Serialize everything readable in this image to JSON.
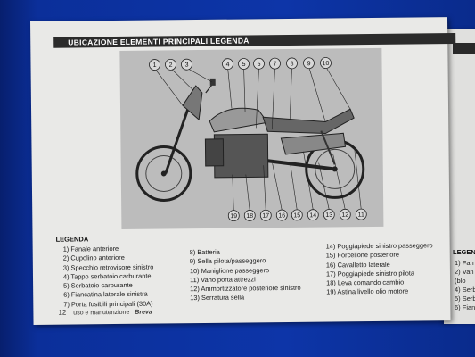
{
  "header": {
    "title": "UBICAZIONE ELEMENTI PRINCIPALI LEGENDA"
  },
  "diagram": {
    "top_callouts": [
      "1",
      "2",
      "3",
      "4",
      "5",
      "6",
      "7",
      "8",
      "9",
      "10"
    ],
    "bottom_callouts": [
      "19",
      "18",
      "17",
      "16",
      "15",
      "14",
      "13",
      "12",
      "11"
    ]
  },
  "legend": {
    "title": "LEGENDA",
    "col1": [
      "1) Fanale anteriore",
      "2) Cupolino anteriore",
      "3) Specchio retrovisore sinistro",
      "4) Tappo serbatoio carburante",
      "5) Serbatoio carburante",
      "6) Fiancatina laterale sinistra",
      "7) Porta fusibili principali (30A)"
    ],
    "col2": [
      "8) Batteria",
      "9) Sella pilota/passeggero",
      "10) Maniglione passeggero",
      "11) Vano porta attrezzi",
      "12) Ammortizzatore posteriore sinistro",
      "13) Serratura sella"
    ],
    "col3": [
      "14) Poggiapiede sinistro passeggero",
      "15) Forcellone posteriore",
      "16) Cavalletto laterale",
      "17) Poggiapiede sinistro pilota",
      "18) Leva comando cambio",
      "19) Astina livello olio motore"
    ]
  },
  "footer": {
    "page_number": "12",
    "section": "uso e manutenzione",
    "brand": "Breva"
  },
  "next_page": {
    "caption": "LEGEND",
    "lines": [
      "1) Fan",
      "2) Van",
      "(blo",
      "4) Serb",
      "5) Serb",
      "6) Fian"
    ]
  }
}
